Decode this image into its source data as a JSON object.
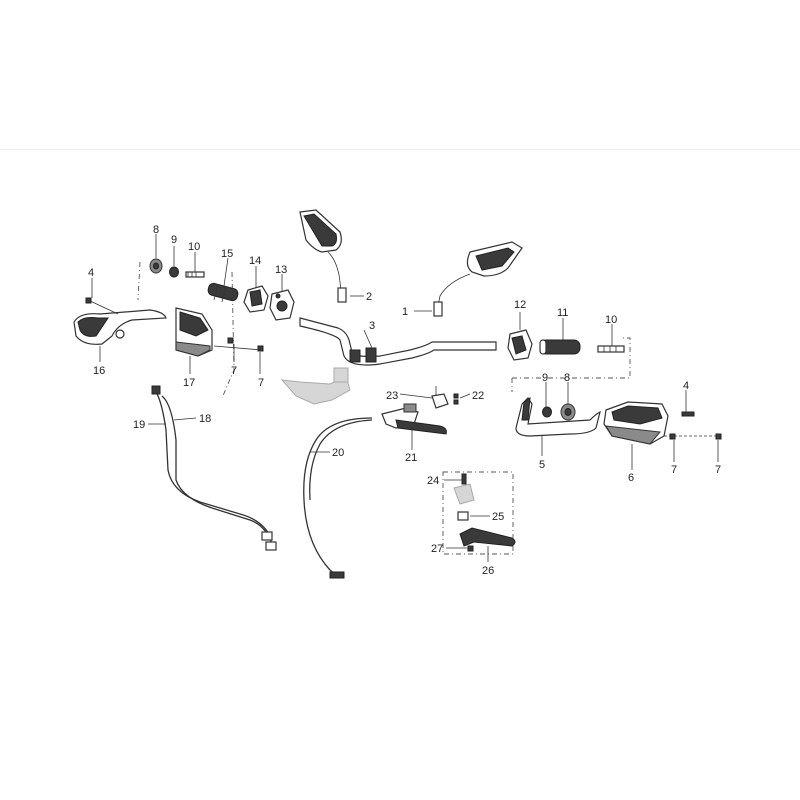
{
  "callouts": [
    {
      "id": "1",
      "text": "1"
    },
    {
      "id": "2",
      "text": "2"
    },
    {
      "id": "3",
      "text": "3"
    },
    {
      "id": "4a",
      "text": "4"
    },
    {
      "id": "4b",
      "text": "4"
    },
    {
      "id": "5",
      "text": "5"
    },
    {
      "id": "6",
      "text": "6"
    },
    {
      "id": "7a",
      "text": "7"
    },
    {
      "id": "7b",
      "text": "7"
    },
    {
      "id": "7c",
      "text": "7"
    },
    {
      "id": "7d",
      "text": "7"
    },
    {
      "id": "8a",
      "text": "8"
    },
    {
      "id": "8b",
      "text": "8"
    },
    {
      "id": "9a",
      "text": "9"
    },
    {
      "id": "9b",
      "text": "9"
    },
    {
      "id": "10a",
      "text": "10"
    },
    {
      "id": "10b",
      "text": "10"
    },
    {
      "id": "11",
      "text": "11"
    },
    {
      "id": "12",
      "text": "12"
    },
    {
      "id": "13",
      "text": "13"
    },
    {
      "id": "14",
      "text": "14"
    },
    {
      "id": "15",
      "text": "15"
    },
    {
      "id": "16",
      "text": "16"
    },
    {
      "id": "17",
      "text": "17"
    },
    {
      "id": "18",
      "text": "18"
    },
    {
      "id": "19",
      "text": "19"
    },
    {
      "id": "20",
      "text": "20"
    },
    {
      "id": "21",
      "text": "21"
    },
    {
      "id": "22",
      "text": "22"
    },
    {
      "id": "23",
      "text": "23"
    },
    {
      "id": "24",
      "text": "24"
    },
    {
      "id": "25",
      "text": "25"
    },
    {
      "id": "26",
      "text": "26"
    },
    {
      "id": "27",
      "text": "27"
    }
  ]
}
